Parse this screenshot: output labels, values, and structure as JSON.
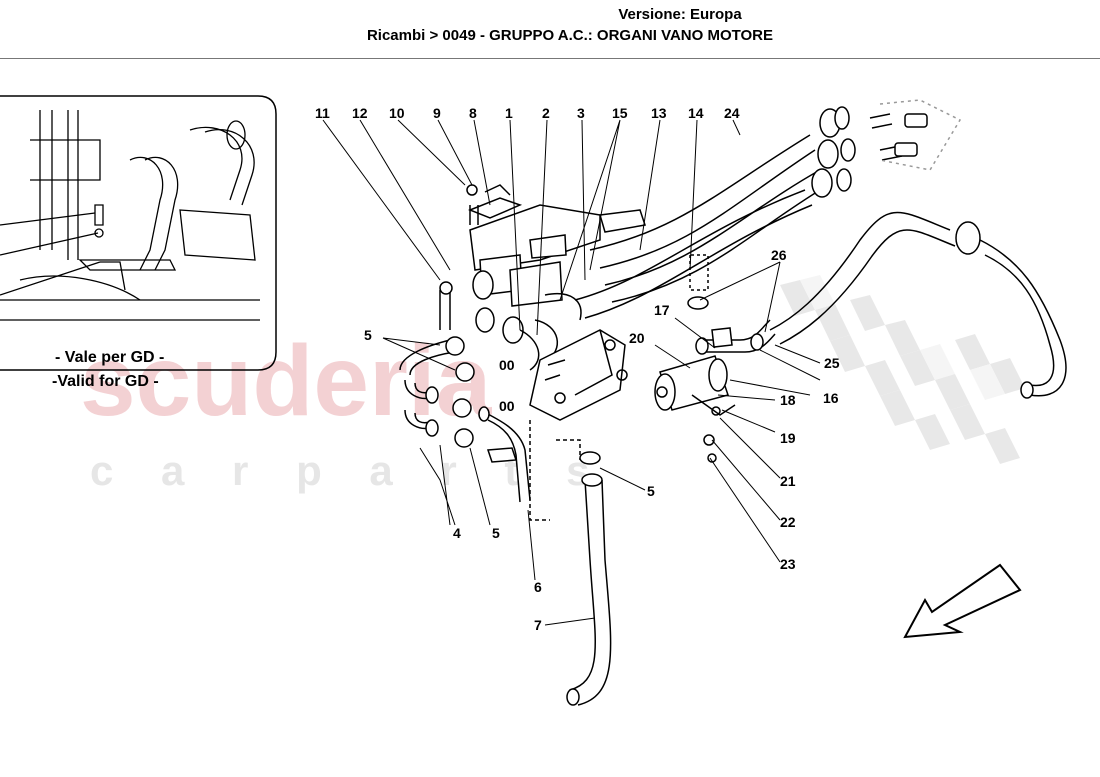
{
  "header": {
    "version_label": "Versione: Europa",
    "breadcrumb": "Ricambi > 0049 - GRUPPO A.C.: ORGANI VANO MOTORE"
  },
  "inset": {
    "line1": "- Vale per GD -",
    "line2": "-Valid for GD -"
  },
  "watermark": {
    "brand": "scuderia",
    "sub": "c a r   p a r t s"
  },
  "callouts": [
    "11",
    "12",
    "10",
    "9",
    "8",
    "1",
    "2",
    "3",
    "15",
    "13",
    "14",
    "24",
    "26",
    "17",
    "20",
    "5",
    "00",
    "00",
    "25",
    "16",
    "18",
    "19",
    "21",
    "22",
    "23",
    "4",
    "5",
    "6",
    "5",
    "7"
  ],
  "colors": {
    "watermark_red": "#f2c9cc",
    "watermark_grey": "#e6e6e6",
    "line": "#000000"
  },
  "icons": {
    "direction_arrow": "arrow-down-left-icon"
  }
}
